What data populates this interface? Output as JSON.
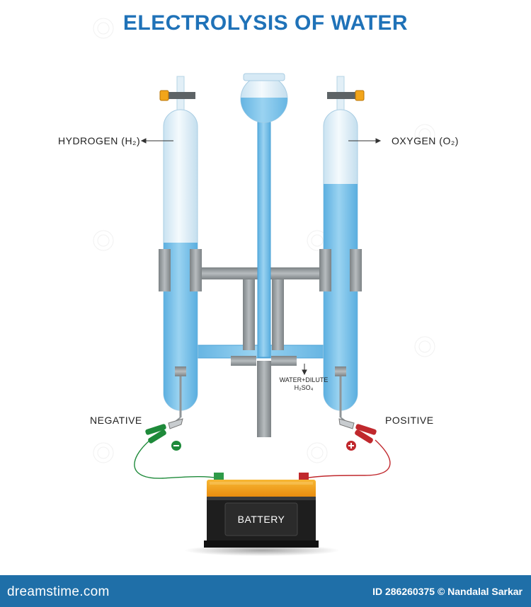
{
  "title": "ELECTROLYSIS OF WATER",
  "labels": {
    "hydrogen": "HYDROGEN (H₂)",
    "oxygen": "OXYGEN (O₂)",
    "negative": "NEGATIVE",
    "positive": "POSITIVE",
    "water_line1": "WATER+DILUTE",
    "water_line2": "H₂SO₄",
    "battery": "BATTERY"
  },
  "footer": {
    "brand": "dreamstime.com",
    "id_text": "ID 286260375 © Nandalal Sarkar"
  },
  "colors": {
    "title": "#1f72b8",
    "water": "#7cc2ea",
    "glass": "#dceef8",
    "metal": "#8f9598",
    "battery_top": "#f39c12",
    "battery_body": "#1e1e1e",
    "negative_clip": "#1e8a3a",
    "positive_clip": "#c0282d",
    "footer_bg": "#1f6fa8"
  },
  "icons": {
    "negative_terminal": "minus-sign-icon",
    "positive_terminal": "plus-sign-icon"
  }
}
